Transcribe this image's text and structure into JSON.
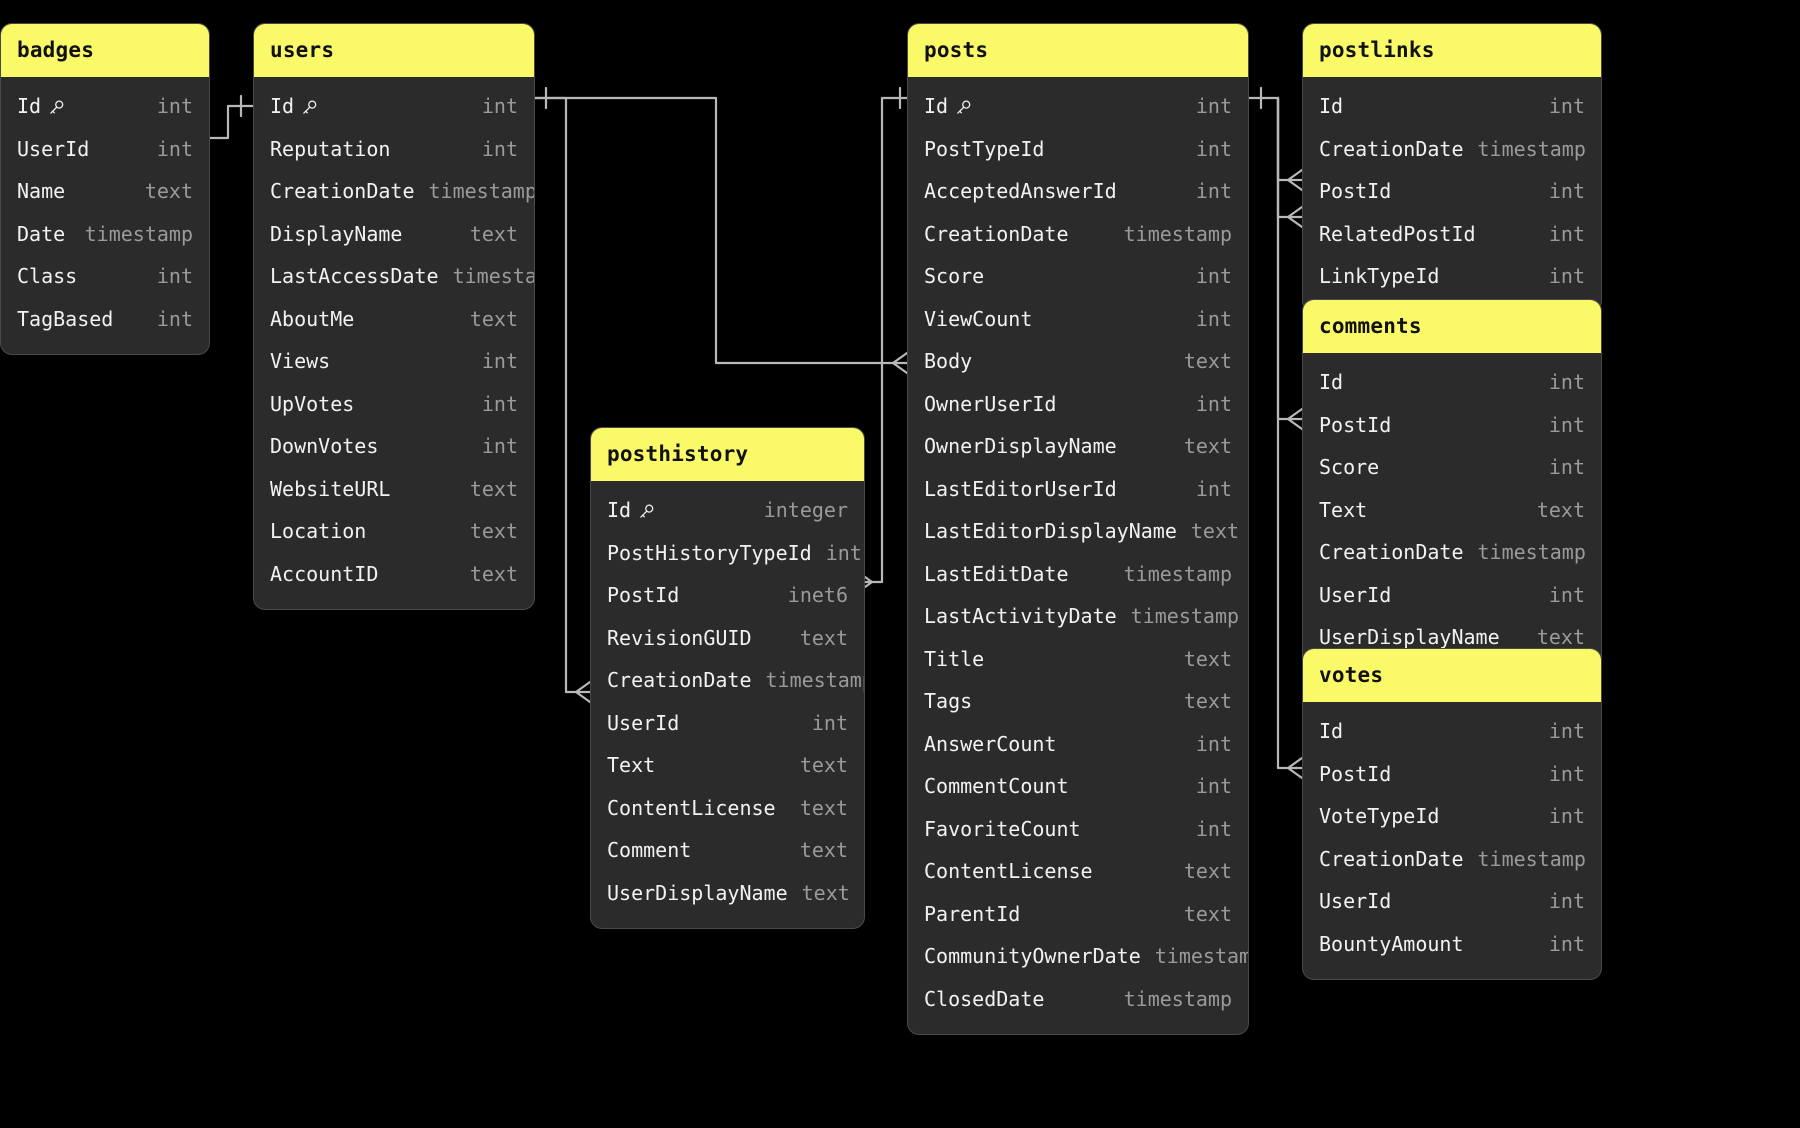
{
  "theme": {
    "background": "#000000",
    "header_bg": "#fafa69",
    "header_text": "#111111",
    "card_bg": "#2b2b2b",
    "card_border": "#4a4a4a",
    "field_name_color": "#f2f2f2",
    "field_type_color": "#9a9a9a",
    "connector_color": "#b8b8b8"
  },
  "icons": {
    "primary_key": "key-icon"
  },
  "tables": [
    {
      "id": "badges",
      "name": "badges",
      "fields": [
        {
          "name": "Id",
          "type": "int",
          "pk": true
        },
        {
          "name": "UserId",
          "type": "int",
          "pk": false
        },
        {
          "name": "Name",
          "type": "text",
          "pk": false
        },
        {
          "name": "Date",
          "type": "timestamp",
          "pk": false
        },
        {
          "name": "Class",
          "type": "int",
          "pk": false
        },
        {
          "name": "TagBased",
          "type": "int",
          "pk": false
        }
      ]
    },
    {
      "id": "users",
      "name": "users",
      "fields": [
        {
          "name": "Id",
          "type": "int",
          "pk": true
        },
        {
          "name": "Reputation",
          "type": "int",
          "pk": false
        },
        {
          "name": "CreationDate",
          "type": "timestamp",
          "pk": false
        },
        {
          "name": "DisplayName",
          "type": "text",
          "pk": false
        },
        {
          "name": "LastAccessDate",
          "type": "timestamp",
          "pk": false
        },
        {
          "name": "AboutMe",
          "type": "text",
          "pk": false
        },
        {
          "name": "Views",
          "type": "int",
          "pk": false
        },
        {
          "name": "UpVotes",
          "type": "int",
          "pk": false
        },
        {
          "name": "DownVotes",
          "type": "int",
          "pk": false
        },
        {
          "name": "WebsiteURL",
          "type": "text",
          "pk": false
        },
        {
          "name": "Location",
          "type": "text",
          "pk": false
        },
        {
          "name": "AccountID",
          "type": "text",
          "pk": false
        }
      ]
    },
    {
      "id": "posthistory",
      "name": "posthistory",
      "fields": [
        {
          "name": "Id",
          "type": "integer",
          "pk": true
        },
        {
          "name": "PostHistoryTypeId",
          "type": "int",
          "pk": false
        },
        {
          "name": "PostId",
          "type": "inet6",
          "pk": false
        },
        {
          "name": "RevisionGUID",
          "type": "text",
          "pk": false
        },
        {
          "name": "CreationDate",
          "type": "timestamp",
          "pk": false
        },
        {
          "name": "UserId",
          "type": "int",
          "pk": false
        },
        {
          "name": "Text",
          "type": "text",
          "pk": false
        },
        {
          "name": "ContentLicense",
          "type": "text",
          "pk": false
        },
        {
          "name": "Comment",
          "type": "text",
          "pk": false
        },
        {
          "name": "UserDisplayName",
          "type": "text",
          "pk": false
        }
      ]
    },
    {
      "id": "posts",
      "name": "posts",
      "fields": [
        {
          "name": "Id",
          "type": "int",
          "pk": true
        },
        {
          "name": "PostTypeId",
          "type": "int",
          "pk": false
        },
        {
          "name": "AcceptedAnswerId",
          "type": "int",
          "pk": false
        },
        {
          "name": "CreationDate",
          "type": "timestamp",
          "pk": false
        },
        {
          "name": "Score",
          "type": "int",
          "pk": false
        },
        {
          "name": "ViewCount",
          "type": "int",
          "pk": false
        },
        {
          "name": "Body",
          "type": "text",
          "pk": false
        },
        {
          "name": "OwnerUserId",
          "type": "int",
          "pk": false
        },
        {
          "name": "OwnerDisplayName",
          "type": "text",
          "pk": false
        },
        {
          "name": "LastEditorUserId",
          "type": "int",
          "pk": false
        },
        {
          "name": "LastEditorDisplayName",
          "type": "text",
          "pk": false
        },
        {
          "name": "LastEditDate",
          "type": "timestamp",
          "pk": false
        },
        {
          "name": "LastActivityDate",
          "type": "timestamp",
          "pk": false
        },
        {
          "name": "Title",
          "type": "text",
          "pk": false
        },
        {
          "name": "Tags",
          "type": "text",
          "pk": false
        },
        {
          "name": "AnswerCount",
          "type": "int",
          "pk": false
        },
        {
          "name": "CommentCount",
          "type": "int",
          "pk": false
        },
        {
          "name": "FavoriteCount",
          "type": "int",
          "pk": false
        },
        {
          "name": "ContentLicense",
          "type": "text",
          "pk": false
        },
        {
          "name": "ParentId",
          "type": "text",
          "pk": false
        },
        {
          "name": "CommunityOwnerDate",
          "type": "timestamp",
          "pk": false
        },
        {
          "name": "ClosedDate",
          "type": "timestamp",
          "pk": false
        }
      ]
    },
    {
      "id": "postlinks",
      "name": "postlinks",
      "fields": [
        {
          "name": "Id",
          "type": "int",
          "pk": false
        },
        {
          "name": "CreationDate",
          "type": "timestamp",
          "pk": false
        },
        {
          "name": "PostId",
          "type": "int",
          "pk": false
        },
        {
          "name": "RelatedPostId",
          "type": "int",
          "pk": false
        },
        {
          "name": "LinkTypeId",
          "type": "int",
          "pk": false
        }
      ]
    },
    {
      "id": "comments",
      "name": "comments",
      "fields": [
        {
          "name": "Id",
          "type": "int",
          "pk": false
        },
        {
          "name": "PostId",
          "type": "int",
          "pk": false
        },
        {
          "name": "Score",
          "type": "int",
          "pk": false
        },
        {
          "name": "Text",
          "type": "text",
          "pk": false
        },
        {
          "name": "CreationDate",
          "type": "timestamp",
          "pk": false
        },
        {
          "name": "UserId",
          "type": "int",
          "pk": false
        },
        {
          "name": "UserDisplayName",
          "type": "text",
          "pk": false
        }
      ]
    },
    {
      "id": "votes",
      "name": "votes",
      "fields": [
        {
          "name": "Id",
          "type": "int",
          "pk": false
        },
        {
          "name": "PostId",
          "type": "int",
          "pk": false
        },
        {
          "name": "VoteTypeId",
          "type": "int",
          "pk": false
        },
        {
          "name": "CreationDate",
          "type": "timestamp",
          "pk": false
        },
        {
          "name": "UserId",
          "type": "int",
          "pk": false
        },
        {
          "name": "BountyAmount",
          "type": "int",
          "pk": false
        }
      ]
    }
  ],
  "relationships": [
    {
      "from": "badges.UserId",
      "to": "users.Id"
    },
    {
      "from": "posts.OwnerUserId",
      "to": "users.Id"
    },
    {
      "from": "posthistory.UserId",
      "to": "users.Id"
    },
    {
      "from": "posthistory.PostId",
      "to": "posts.Id"
    },
    {
      "from": "postlinks.PostId",
      "to": "posts.Id"
    },
    {
      "from": "postlinks.RelatedPostId",
      "to": "posts.Id"
    },
    {
      "from": "comments.PostId",
      "to": "posts.Id"
    },
    {
      "from": "votes.PostId",
      "to": "posts.Id"
    }
  ]
}
